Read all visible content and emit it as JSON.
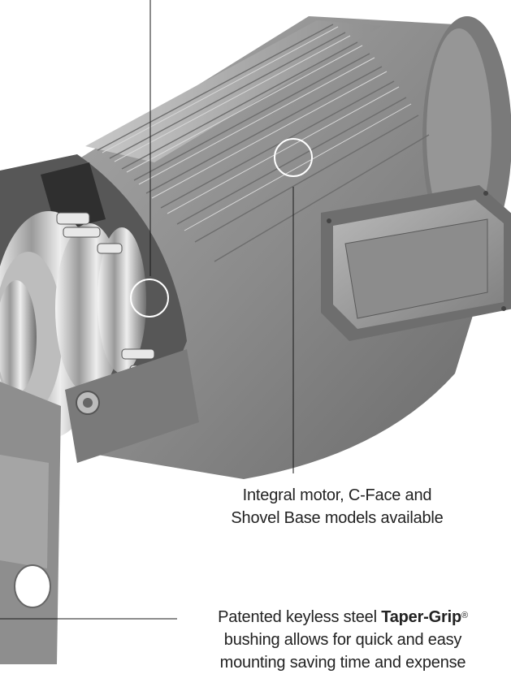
{
  "callouts": {
    "motor": {
      "line1": "Integral motor, C-Face and",
      "line2": "Shovel Base models available"
    },
    "bushing": {
      "prefix": "Patented keyless steel ",
      "brand": "Taper-Grip",
      "registered": "®",
      "line2": "bushing allows for quick and easy",
      "line3": "mounting saving time and expense"
    }
  },
  "colors": {
    "housing": "#8d8d8d",
    "housing_dark": "#5c5c5c",
    "fins": "#b3b3b3",
    "chrome": "#d9d9d9",
    "leader": "#1a1a1a"
  }
}
